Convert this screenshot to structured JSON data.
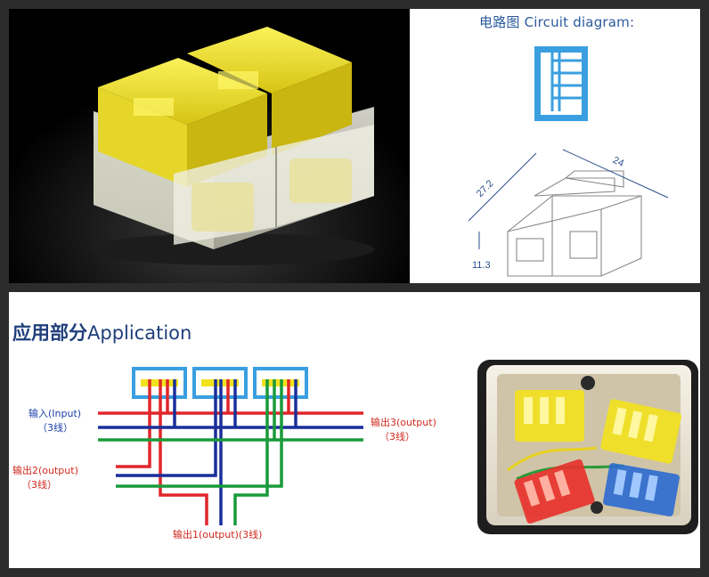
{
  "circuit": {
    "title": "电路图 Circuit diagram:",
    "dims": [
      "27.2",
      "24",
      "11.3"
    ]
  },
  "application": {
    "title_cn": "应用部分",
    "title_en": "Application",
    "input_label": "输入(Input)",
    "input_count": "（3线）",
    "output3_label": "输出3(output)",
    "output3_count": "（3线）",
    "output2_label": "输出2(output)",
    "output2_count": "（3线）",
    "output1_label": "输出1(output)(3线)"
  },
  "colors": {
    "connector_yellow": "#f2e21c",
    "outline_blue": "#3a9fe0",
    "wire_red": "#e0262a",
    "wire_blue": "#1a2f9a",
    "wire_green": "#1a9a3a"
  }
}
